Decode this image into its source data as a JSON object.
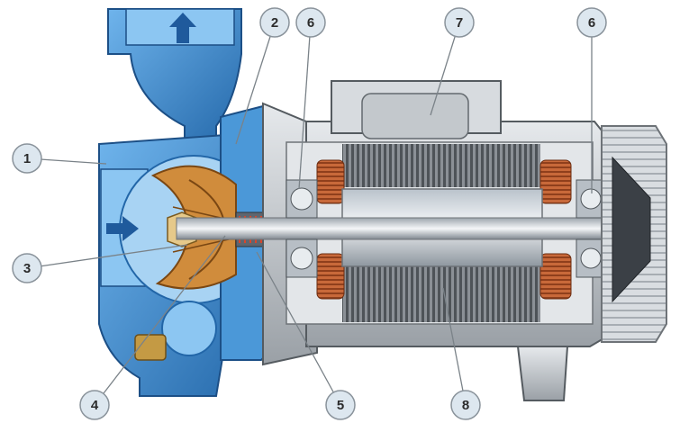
{
  "diagram": {
    "callouts": [
      {
        "id": "callout-1",
        "label": "1"
      },
      {
        "id": "callout-2",
        "label": "2"
      },
      {
        "id": "callout-3",
        "label": "3"
      },
      {
        "id": "callout-4",
        "label": "4"
      },
      {
        "id": "callout-5",
        "label": "5"
      },
      {
        "id": "callout-6a",
        "label": "6"
      },
      {
        "id": "callout-6b",
        "label": "6"
      },
      {
        "id": "callout-7",
        "label": "7"
      },
      {
        "id": "callout-8",
        "label": "8"
      }
    ],
    "colors": {
      "pump_body": "#3a8fd6",
      "pump_body_dark": "#2266a8",
      "impeller": "#c27a2a",
      "motor_casing": "#c9ced3",
      "motor_dark": "#6e7378",
      "winding": "#b8572c",
      "shaft": "#dfe3e8",
      "callout_fill": "#dde7ef",
      "callout_stroke": "#8a939b",
      "arrow": "#1f5a9c",
      "leader_line": "#7a8288"
    },
    "icons": [
      "outlet-arrow-icon",
      "inlet-arrow-icon"
    ]
  }
}
